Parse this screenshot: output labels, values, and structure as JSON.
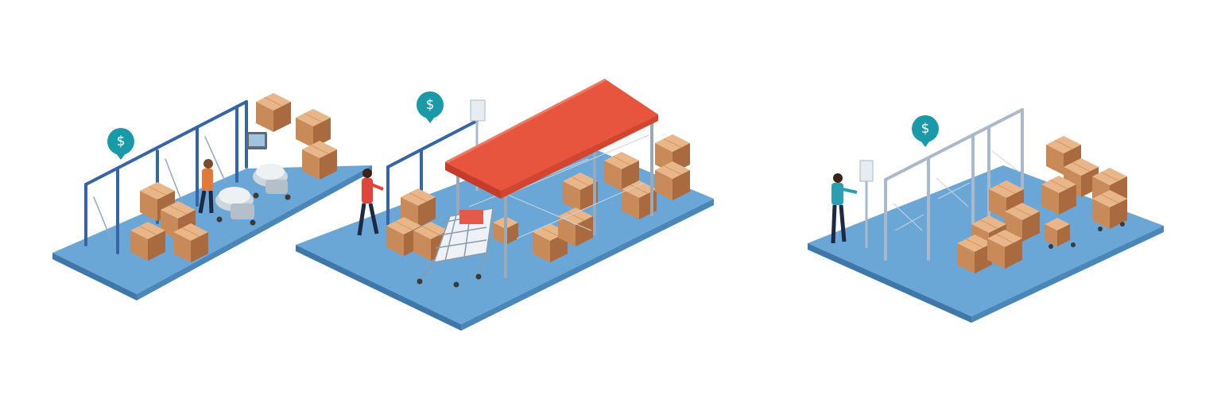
{
  "image": {
    "background": "#ffffff",
    "palette": {
      "floor_top": "#5fa0d1",
      "floor_side": "#3f78a8",
      "frame": "#3565a5",
      "frame_grey": "#a9b9c9",
      "box_light": "#e3ab7a",
      "box_mid": "#c98a5a",
      "box_dark": "#a86a3e",
      "roof": "#e8553f",
      "roof_dark": "#c53c2a",
      "badge": "#1a9aa8",
      "worker_orange": "#e07a3a",
      "worker_red": "#e0443a",
      "worker_teal": "#2b9fb0",
      "pants": "#1e2a44"
    }
  },
  "scene": {
    "badges": [
      {
        "label": "$",
        "icon": "dollar-icon"
      },
      {
        "label": "$",
        "icon": "dollar-icon"
      },
      {
        "label": "$",
        "icon": "dollar-icon"
      }
    ],
    "platforms": [
      {
        "name": "left-warehouse",
        "objects": [
          "security-gates",
          "scanner-carts",
          "stacked-boxes",
          "worker"
        ]
      },
      {
        "name": "middle-warehouse",
        "objects": [
          "red-canopy",
          "shopping-cart",
          "stacked-boxes",
          "worker"
        ]
      },
      {
        "name": "right-warehouse",
        "objects": [
          "scanner-gate",
          "pallets-of-boxes",
          "worker"
        ]
      }
    ]
  }
}
